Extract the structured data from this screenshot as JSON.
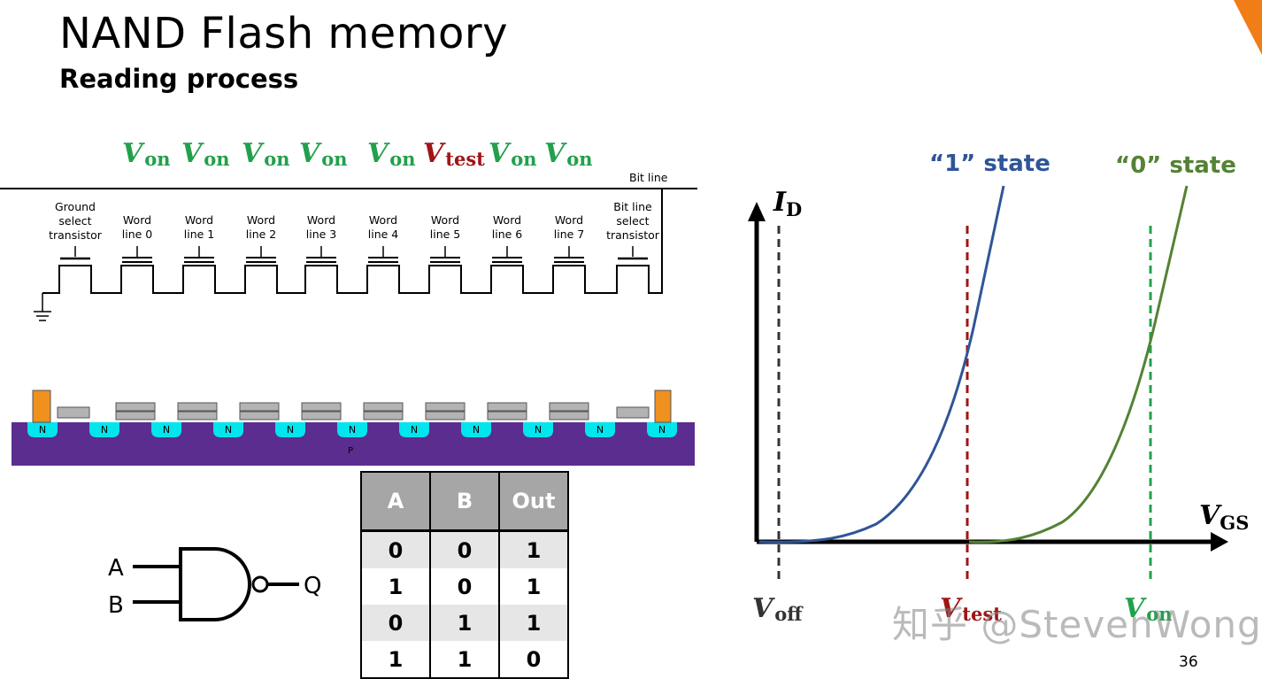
{
  "title": "NAND Flash memory",
  "subtitle": "Reading process",
  "page_number": "36",
  "watermark": "知乎 @StevenWong",
  "gate_voltages": [
    {
      "v": "V",
      "sub": "on",
      "color": "#22a04b"
    },
    {
      "v": "V",
      "sub": "on",
      "color": "#22a04b"
    },
    {
      "v": "V",
      "sub": "on",
      "color": "#22a04b"
    },
    {
      "v": "V",
      "sub": "on",
      "color": "#22a04b"
    },
    {
      "v": "V",
      "sub": "on",
      "color": "#22a04b"
    },
    {
      "v": "V",
      "sub": "test",
      "color": "#a01515"
    },
    {
      "v": "V",
      "sub": "on",
      "color": "#22a04b"
    },
    {
      "v": "V",
      "sub": "on",
      "color": "#22a04b"
    }
  ],
  "circuit": {
    "bit_line_label": "Bit line",
    "transistors": [
      [
        "Ground",
        "select",
        "transistor"
      ],
      [
        "Word",
        "line 0"
      ],
      [
        "Word",
        "line 1"
      ],
      [
        "Word",
        "line 2"
      ],
      [
        "Word",
        "line 3"
      ],
      [
        "Word",
        "line 4"
      ],
      [
        "Word",
        "line 5"
      ],
      [
        "Word",
        "line 6"
      ],
      [
        "Word",
        "line 7"
      ],
      [
        "Bit line",
        "select",
        "transistor"
      ]
    ]
  },
  "cross_section": {
    "n_label": "N",
    "p_label": "P",
    "substrate_color": "#5b2d8e",
    "n_well_color": "#00e5ee",
    "select_gate_color": "#f0901e",
    "gate_color": "#b3b3b3"
  },
  "nand_gate": {
    "input_a": "A",
    "input_b": "B",
    "output": "Q"
  },
  "truth_table": {
    "headers": [
      "A",
      "B",
      "Out"
    ],
    "rows": [
      [
        "0",
        "0",
        "1"
      ],
      [
        "1",
        "0",
        "1"
      ],
      [
        "0",
        "1",
        "1"
      ],
      [
        "1",
        "1",
        "0"
      ]
    ]
  },
  "iv_chart": {
    "y_axis": {
      "v": "I",
      "sub": "D"
    },
    "x_axis": {
      "v": "V",
      "sub": "GS"
    },
    "state_1": {
      "label": "“1” state",
      "color": "#2f5597"
    },
    "state_0": {
      "label": "“0” state",
      "color": "#548235"
    },
    "markers": [
      {
        "v": "V",
        "sub": "off",
        "color": "#333333"
      },
      {
        "v": "V",
        "sub": "test",
        "color": "#a01515"
      },
      {
        "v": "V",
        "sub": "on",
        "color": "#22a04b"
      }
    ]
  }
}
